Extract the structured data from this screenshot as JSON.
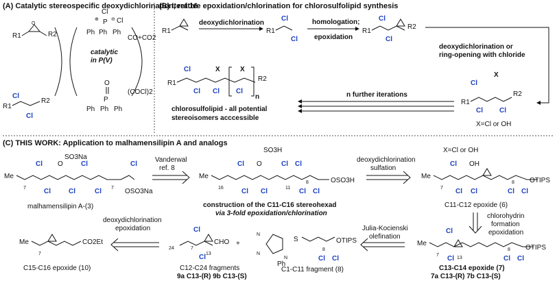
{
  "panels": {
    "a": {
      "title": "(A) Catalytic stereospecific deoxydichlorination, ref 16",
      "catalytic_line1": "catalytic",
      "catalytic_line2": "in P(V)",
      "byproduct": "CO+CO2",
      "reagent": "(COCl)2",
      "r1": "R1",
      "r2": "R2",
      "ph": "Ph",
      "p": "P",
      "o": "O",
      "cl": "Cl",
      "plus": "⊕",
      "minus": "⊖"
    },
    "b": {
      "title": "(B) Iterative epoxidation/chlorination for chlorosulfolipid synthesis",
      "step1": "deoxydichlorination",
      "step2a": "homologation;",
      "step2b": "epoxidation",
      "step3a": "deoxydichlorination or",
      "step3b": "ring-opening with chloride",
      "iterations": "n further iterations",
      "caption1": "chlorosulfolipid - all potential",
      "caption2": "stereoisomers acccessible",
      "xdef": "X=Cl or OH",
      "x": "X",
      "n": "n"
    },
    "c": {
      "title": "(C) THIS WORK: Application to malhamensilipin A and analogs",
      "vanderwal1": "Vanderwal",
      "vanderwal2": "ref. 8",
      "step_ds1": "deoxydichlorination",
      "step_ds2": "sulfation",
      "xdef": "X=Cl or OH",
      "chlorohydrin1": "chlorohydrin",
      "chlorohydrin2": "formation",
      "chlorohydrin3": "epoxidation",
      "jk1": "Julia-Kocienski",
      "jk2": "olefination",
      "de1": "deoxydichlorination",
      "de2": "epoxidation",
      "malhamensilipin": "malhamensilipin A-(3)",
      "construction1": "construction of the C11-C16 stereohexad",
      "construction2": "via 3-fold epoxidation/chlorination",
      "epoxide6": "C11-C12 epoxide (6)",
      "epoxide7": "C13-C14 epoxide (7)",
      "epoxide7ab": "7a C13-(R) 7b C13-(S)",
      "epoxide10": "C15-C16 epoxide (10)",
      "fragments9_1": "C12-C24 fragments",
      "fragments9_2": "9a C13-(R) 9b C13-(S)",
      "fragment8": "C1-C11 fragment (8)",
      "so3na": "SO3Na",
      "oso3na": "OSO3Na",
      "so3h": "SO3H",
      "oso3h": "OSO3H",
      "otips": "OTIPS",
      "oh": "OH",
      "me": "Me",
      "co2et": "CO2Et",
      "cho": "CHO",
      "ph": "Ph",
      "n": "N",
      "s": "S",
      "num7": "7",
      "num16": "16",
      "num11": "11",
      "num8": "8",
      "num13": "13",
      "num24": "24",
      "plus": "+"
    }
  }
}
